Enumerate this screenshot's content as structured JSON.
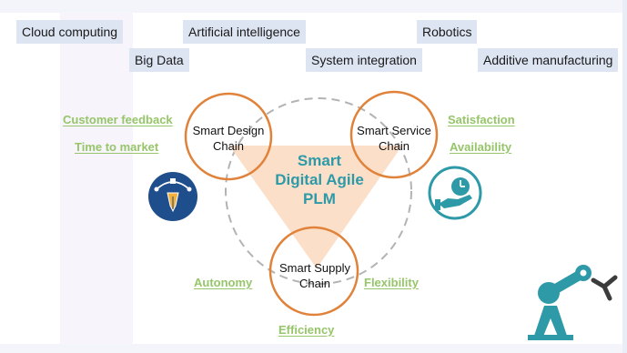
{
  "technology_tags": [
    "Cloud computing",
    "Big Data",
    "Artificial intelligence",
    "System integration",
    "Robotics",
    "Additive manufacturing"
  ],
  "center": {
    "line1": "Smart",
    "line2": "Digital Agile",
    "line3": "PLM"
  },
  "chains": {
    "design": {
      "line1": "Smart Design",
      "line2": "Chain"
    },
    "service": {
      "line1": "Smart Service",
      "line2": "Chain"
    },
    "supply": {
      "line1": "Smart Supply",
      "line2": "Chain"
    }
  },
  "benefits": {
    "customer_feedback": "Customer feedback",
    "time_to_market": "Time to market",
    "satisfaction": "Satisfaction",
    "availability": "Availability",
    "autonomy": "Autonomy",
    "flexibility": "Flexibility",
    "efficiency": "Efficiency"
  },
  "icons": {
    "design": "pen-tool-icon",
    "service": "hand-clock-icon",
    "supply": "robot-arm-icon"
  },
  "colors": {
    "circle_stroke": "#e0823a",
    "triangle_fill": "#fbd9bf",
    "title_teal": "#2e9aa8",
    "benefit_green": "#96c56a",
    "tag_background": "#dde4f2",
    "dashed_circle": "#b3b3b3",
    "pen_icon_bg": "#1f4e8c",
    "service_icon_ring": "#2e9aa8"
  }
}
